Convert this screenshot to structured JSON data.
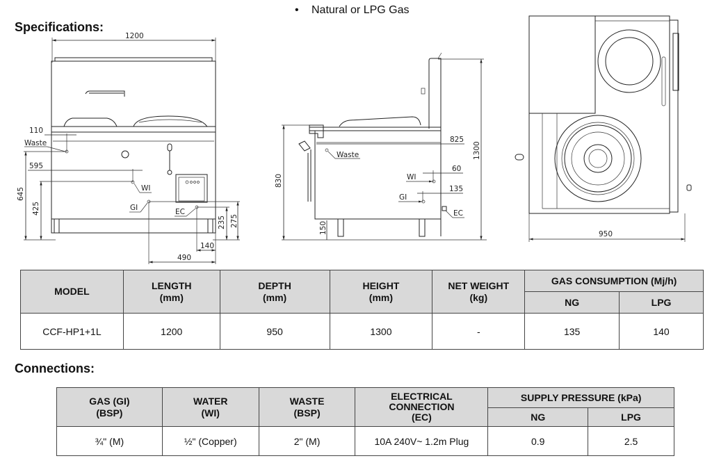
{
  "bullet": {
    "symbol": "•",
    "text": "Natural or LPG Gas"
  },
  "headings": {
    "specifications": "Specifications:",
    "connections": "Connections:"
  },
  "drawings": {
    "front_view": {
      "dims": {
        "width": "1200",
        "d110": "110",
        "d595": "595",
        "d645": "645",
        "d425": "425",
        "d235": "235",
        "d275": "275",
        "d140": "140",
        "d490": "490"
      },
      "labels": {
        "waste": "Waste",
        "wi": "WI",
        "gi": "GI",
        "ec": "EC"
      }
    },
    "side_view": {
      "dims": {
        "d825": "825",
        "d60": "60",
        "d135": "135",
        "d830": "830",
        "d150": "150",
        "d1300": "1300"
      },
      "labels": {
        "waste": "Waste",
        "wi": "WI",
        "gi": "GI",
        "ec": "EC"
      }
    },
    "top_view": {
      "dims": {
        "d950": "950"
      }
    }
  },
  "spec_table": {
    "headers": {
      "model": "MODEL",
      "length": [
        "LENGTH",
        "(mm)"
      ],
      "depth": [
        "DEPTH",
        "(mm)"
      ],
      "height": [
        "HEIGHT",
        "(mm)"
      ],
      "net_weight": [
        "NET WEIGHT",
        "(kg)"
      ],
      "gas_consumption": "GAS CONSUMPTION (Mj/h)",
      "ng": "NG",
      "lpg": "LPG"
    },
    "rows": [
      {
        "model": "CCF-HP1+1L",
        "length": "1200",
        "depth": "950",
        "height": "1300",
        "net_weight": "-",
        "ng": "135",
        "lpg": "140"
      }
    ]
  },
  "conn_table": {
    "headers": {
      "gas": [
        "GAS (GI)",
        "(BSP)"
      ],
      "water": [
        "WATER",
        "(WI)"
      ],
      "waste": [
        "WASTE",
        "(BSP)"
      ],
      "electrical": [
        "ELECTRICAL",
        "CONNECTION",
        "(EC)"
      ],
      "supply_pressure": "SUPPLY PRESSURE (kPa)",
      "ng": "NG",
      "lpg": "LPG"
    },
    "rows": [
      {
        "gas": "¾\" (M)",
        "water": "½\" (Copper)",
        "waste": "2\" (M)",
        "electrical": "10A 240V~ 1.2m Plug",
        "ng": "0.9",
        "lpg": "2.5"
      }
    ]
  }
}
